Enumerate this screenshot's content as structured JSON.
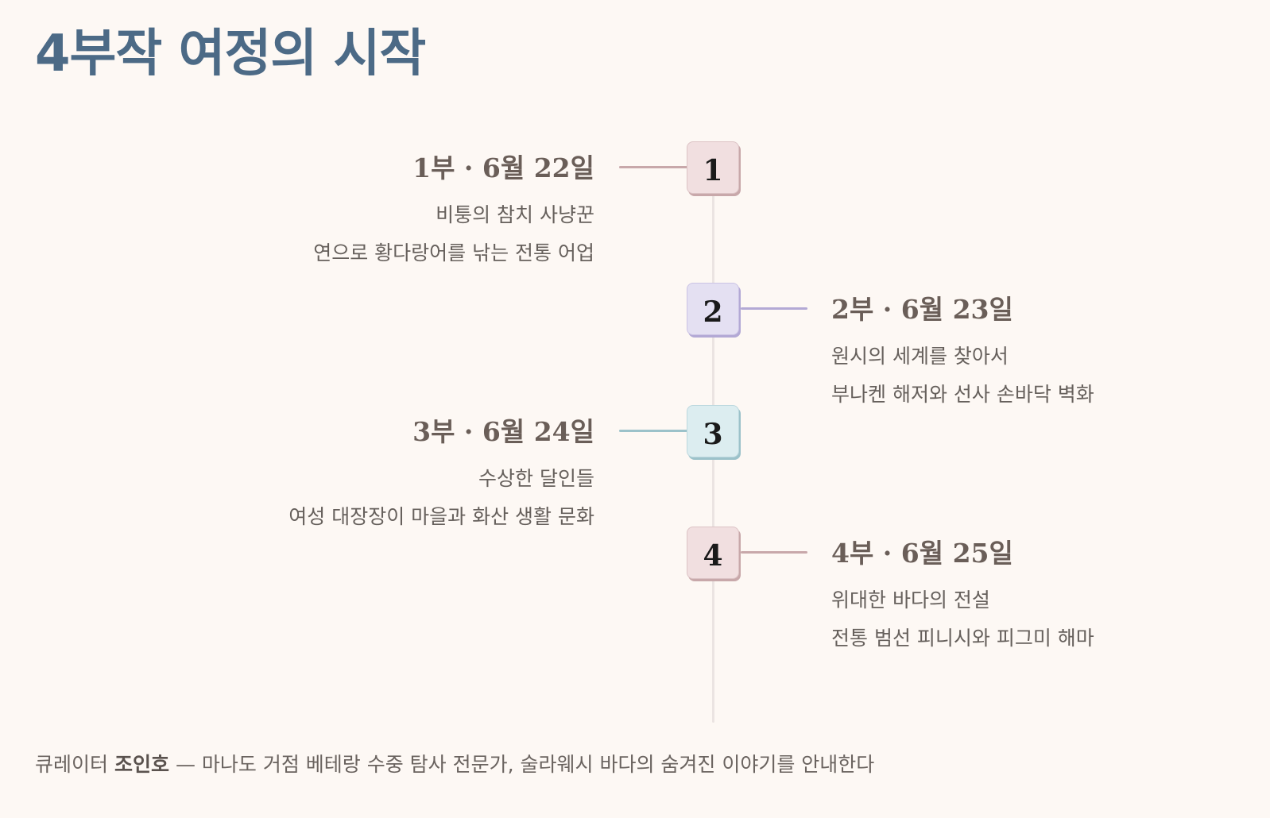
{
  "title": "4부작 여정의 시작",
  "colors": {
    "title": "#4c6a86",
    "spine": "#ebe4e2",
    "pink": "#c8a8aa",
    "lavender": "#b3a9d5",
    "teal": "#9cc2ca"
  },
  "parts": [
    {
      "number": "1",
      "heading": "1부 · 6월 22일",
      "subtitle": "비퉁의 참치 사냥꾼",
      "description": "연으로 황다랑어를 낚는 전통 어업"
    },
    {
      "number": "2",
      "heading": "2부 · 6월 23일",
      "subtitle": "원시의 세계를 찾아서",
      "description": "부나켄 해저와 선사 손바닥 벽화"
    },
    {
      "number": "3",
      "heading": "3부 · 6월 24일",
      "subtitle": "수상한 달인들",
      "description": "여성 대장장이 마을과 화산 생활 문화"
    },
    {
      "number": "4",
      "heading": "4부 · 6월 25일",
      "subtitle": "위대한 바다의 전설",
      "description": "전통 범선 피니시와 피그미 해마"
    }
  ],
  "footer": {
    "role": "큐레이터",
    "name": "조인호",
    "dash": "—",
    "description": "마나도 거점 베테랑 수중 탐사 전문가, 술라웨시 바다의 숨겨진 이야기를 안내한다"
  }
}
